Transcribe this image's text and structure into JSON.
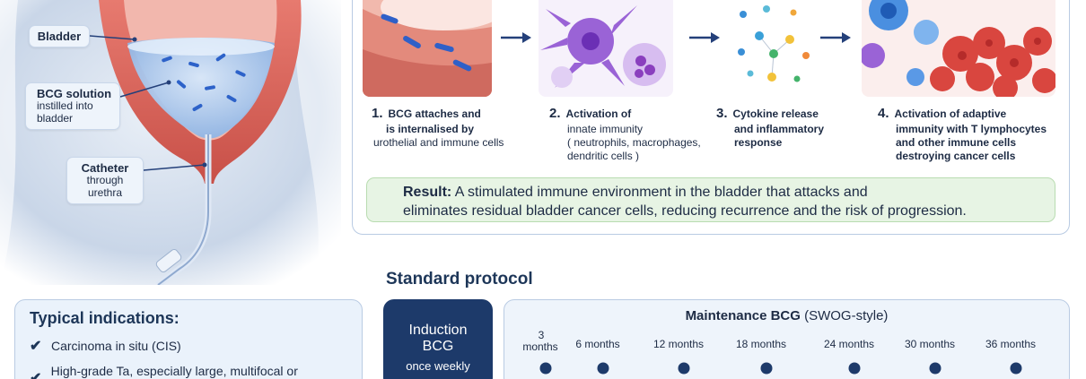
{
  "illustration": {
    "bladder_label": "Bladder",
    "bcg_label": "BCG solution",
    "bcg_sub1": "instilled into",
    "bcg_sub2": "bladder",
    "catheter_label": "Catheter",
    "catheter_sub1": "through",
    "catheter_sub2": "urethra"
  },
  "mechanism": {
    "steps": [
      {
        "num": "1.",
        "lines": [
          "BCG attaches and",
          "is internalised by",
          "urothelial and immune cells"
        ]
      },
      {
        "num": "2.",
        "lines": [
          "Activation of",
          "innate immunity",
          "( neutrophils, macrophages,",
          "dendritic cells )"
        ]
      },
      {
        "num": "3.",
        "lines": [
          "Cytokine release",
          "and inflammatory",
          "response"
        ]
      },
      {
        "num": "4.",
        "lines": [
          "Activation of adaptive",
          "immunity with T lymphocytes",
          "and other immune cells",
          "destroying cancer cells"
        ]
      }
    ],
    "result_label": "Result:",
    "result_line1": " A stimulated immune environment in the bladder that attacks and",
    "result_line2": "eliminates residual bladder cancer cells, reducing recurrence and the risk of progression."
  },
  "protocol": {
    "title": "Standard protocol",
    "indications_title": "Typical indications:",
    "indications": [
      "Carcinoma in situ (CIS)",
      "High-grade Ta, especially large, multifocal or recurrent"
    ],
    "induction_line1": "Induction",
    "induction_line2": "BCG",
    "induction_line3": "once weekly",
    "maintenance_title": "Maintenance BCG",
    "maintenance_style": "(SWOG-style)",
    "timeline": [
      {
        "top": "3",
        "bottom": "months"
      },
      {
        "top": "",
        "bottom": "6 months"
      },
      {
        "top": "",
        "bottom": "12 months"
      },
      {
        "top": "",
        "bottom": "18 months"
      },
      {
        "top": "",
        "bottom": "24 months"
      },
      {
        "top": "",
        "bottom": "30 months"
      },
      {
        "top": "",
        "bottom": "36 months"
      }
    ]
  },
  "colors": {
    "navy": "#1d3a6a",
    "panel_border": "#b9cbe3",
    "result_green": "#e7f4e4",
    "bladder_red": "#d9655e"
  }
}
